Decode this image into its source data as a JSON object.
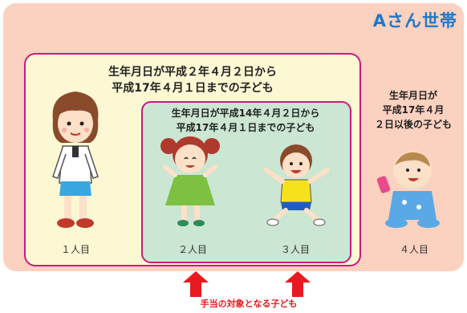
{
  "household": {
    "title": "Aさん世帯"
  },
  "groups": {
    "outer_caption_line1": "生年月日が平成２年４月２日から",
    "outer_caption_line2": "平成17年４月１日までの子ども",
    "inner_caption_line1": "生年月日が平成14年４月２日から",
    "inner_caption_line2": "平成17年４月１日までの子ども",
    "side_caption_line1": "生年月日が",
    "side_caption_line2": "平成17年４月",
    "side_caption_line3": "２日以後の子ども"
  },
  "children": [
    {
      "label": "１人目"
    },
    {
      "label": "２人目"
    },
    {
      "label": "３人目"
    },
    {
      "label": "４人目"
    }
  ],
  "footer": {
    "target_caption": "手当の対象となる子ども"
  },
  "colors": {
    "household_bg": "#fbd1c0",
    "outer_bg": "#fdf8d4",
    "inner_bg": "#cbe6d2",
    "border": "#cc1a7c",
    "title": "#1e78c8",
    "arrow": "#e8191f"
  }
}
